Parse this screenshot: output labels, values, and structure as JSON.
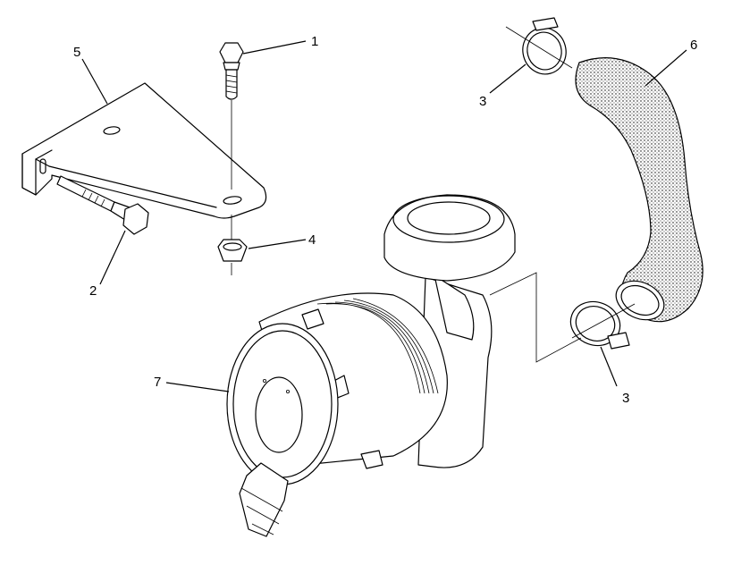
{
  "callouts": [
    {
      "id": "c1",
      "label": "1",
      "part": "bolt"
    },
    {
      "id": "c2",
      "label": "2",
      "part": "bolt"
    },
    {
      "id": "c3a",
      "label": "3",
      "part": "hose-clamp"
    },
    {
      "id": "c3b",
      "label": "3",
      "part": "hose-clamp"
    },
    {
      "id": "c4",
      "label": "4",
      "part": "nut"
    },
    {
      "id": "c5",
      "label": "5",
      "part": "mounting-bracket"
    },
    {
      "id": "c6",
      "label": "6",
      "part": "hose"
    },
    {
      "id": "c7",
      "label": "7",
      "part": "air-cleaner"
    }
  ],
  "colors": {
    "line": "#000000",
    "background": "#ffffff"
  }
}
